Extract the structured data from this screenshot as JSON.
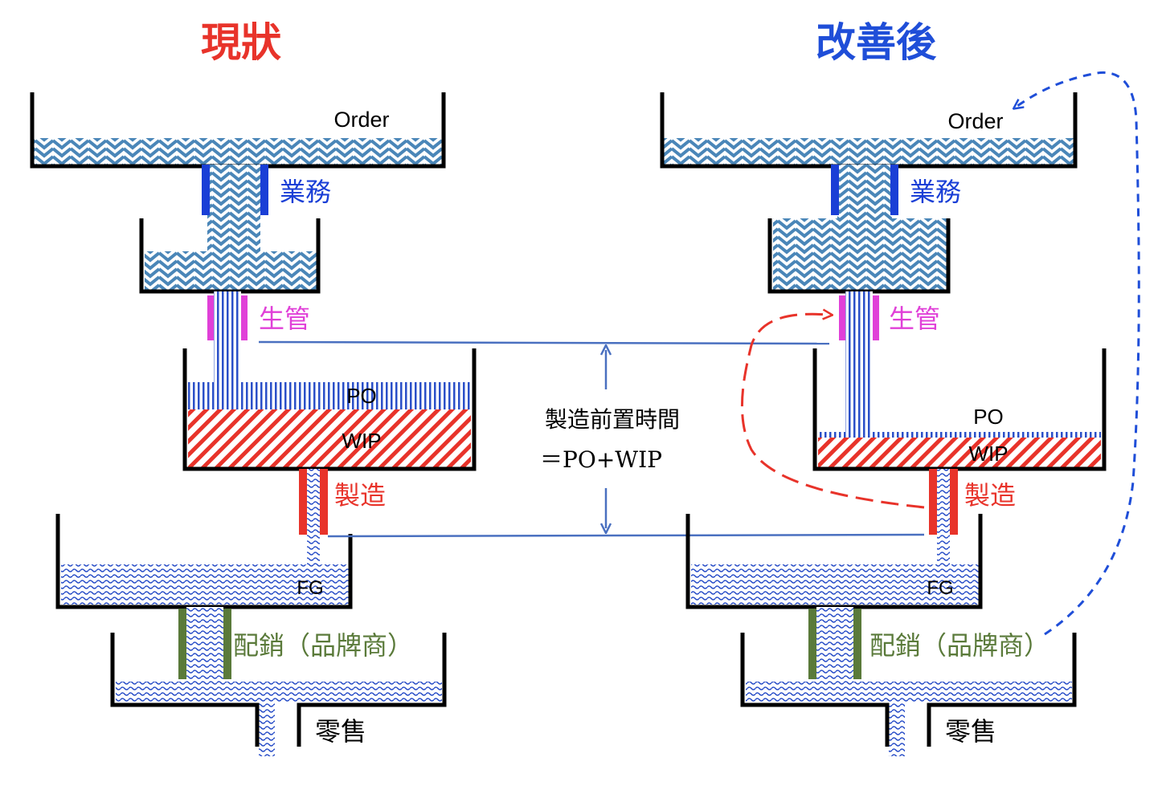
{
  "titles": {
    "left": "現狀",
    "right": "改善後"
  },
  "labels": {
    "order": "Order",
    "sales": "業務",
    "planning": "生管",
    "po": "PO",
    "wip": "WIP",
    "manufacturing": "製造",
    "fg": "FG",
    "distribution": "配銷（品牌商）",
    "retail": "零售"
  },
  "lead_time": {
    "line1": "製造前置時間",
    "line2": "＝PO+WIP"
  },
  "colors": {
    "title_left": "#e8332a",
    "title_right": "#1f4ed8",
    "sales": "#1a3fd6",
    "planning": "#e040d8",
    "manufacturing": "#e8332a",
    "distribution": "#5a7a3a",
    "wave_fill": "#4a86b8",
    "po_fill": "#2a4fc8",
    "wip_fill": "#e8332a",
    "fg_fill": "#2a4fc8",
    "line": "#4a70c0",
    "tank_stroke": "#000000"
  }
}
